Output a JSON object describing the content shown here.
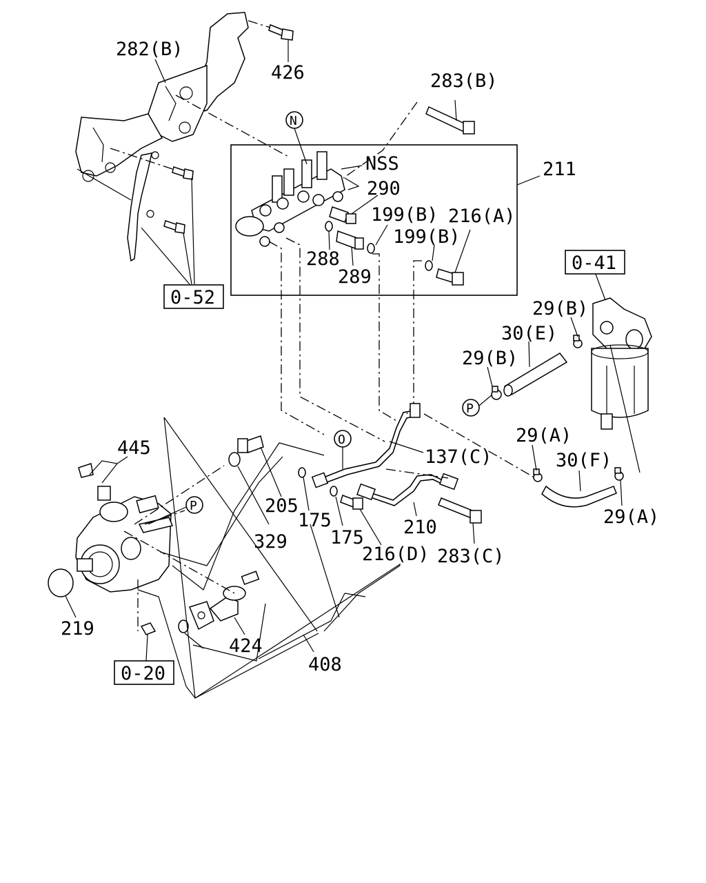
{
  "diagram": {
    "callouts": [
      {
        "id": "c282b",
        "label": "282(B)"
      },
      {
        "id": "c426",
        "label": "426"
      },
      {
        "id": "c283b",
        "label": "283(B)"
      },
      {
        "id": "cNSS",
        "label": "NSS"
      },
      {
        "id": "c211",
        "label": "211"
      },
      {
        "id": "c290",
        "label": "290"
      },
      {
        "id": "c199b1",
        "label": "199(B)"
      },
      {
        "id": "c216a",
        "label": "216(A)"
      },
      {
        "id": "c199b2",
        "label": "199(B)"
      },
      {
        "id": "c288",
        "label": "288"
      },
      {
        "id": "c289",
        "label": "289"
      },
      {
        "id": "c29b1",
        "label": "29(B)"
      },
      {
        "id": "c30e",
        "label": "30(E)"
      },
      {
        "id": "c29b2",
        "label": "29(B)"
      },
      {
        "id": "c29a1",
        "label": "29(A)"
      },
      {
        "id": "c30f",
        "label": "30(F)"
      },
      {
        "id": "c29a2",
        "label": "29(A)"
      },
      {
        "id": "c137c",
        "label": "137(C)"
      },
      {
        "id": "c445",
        "label": "445"
      },
      {
        "id": "c205",
        "label": "205"
      },
      {
        "id": "c175a",
        "label": "175"
      },
      {
        "id": "c175b",
        "label": "175"
      },
      {
        "id": "c210",
        "label": "210"
      },
      {
        "id": "c329",
        "label": "329"
      },
      {
        "id": "c216d",
        "label": "216(D)"
      },
      {
        "id": "c283c",
        "label": "283(C)"
      },
      {
        "id": "c219",
        "label": "219"
      },
      {
        "id": "c424",
        "label": "424"
      },
      {
        "id": "c408",
        "label": "408"
      }
    ],
    "ref_boxes": [
      {
        "id": "r052",
        "label": "0-52"
      },
      {
        "id": "r041",
        "label": "0-41"
      },
      {
        "id": "r020",
        "label": "0-20"
      }
    ],
    "circle_markers": [
      {
        "id": "mN",
        "label": "N"
      },
      {
        "id": "mP1",
        "label": "P"
      },
      {
        "id": "mO",
        "label": "O"
      },
      {
        "id": "mP2",
        "label": "P"
      }
    ]
  }
}
